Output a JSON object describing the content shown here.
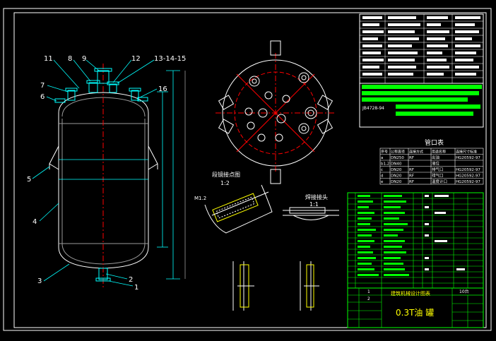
{
  "colors": {
    "background": "#000000",
    "frame": "#ffffff",
    "vessel": "#ffffff",
    "nozzle": "#00ffff",
    "leader": "#00ffff",
    "center": "#ff0000",
    "table": "#00ff00",
    "label": "#ffffff",
    "title": "#ffff00",
    "block": "#ffffff"
  },
  "balloons": [
    "11",
    "8",
    "9",
    "12",
    "13-14-15",
    "7",
    "6",
    "16",
    "5",
    "4",
    "3",
    "2",
    "1"
  ],
  "views": {
    "detail_a": {
      "title": "段镜接点图",
      "scale": "1:2",
      "ref": "M1.2"
    },
    "detail_b": {
      "title": "焊接接头",
      "scale": "1:1"
    }
  },
  "tech": {
    "std_code": "JB4728-94"
  },
  "nozzle_table": {
    "title": "管口表",
    "headers": [
      "序号",
      "公称直径",
      "连接方式",
      "用途名称",
      "连接尺寸标准"
    ],
    "rows": [
      [
        "a",
        "DN250",
        "RF",
        "出油",
        "HG20592-97"
      ],
      [
        "b1,2",
        "DN40",
        "",
        "液位",
        ""
      ],
      [
        "c",
        "DN20",
        "RF",
        "排气口",
        "HG20592-97"
      ],
      [
        "d",
        "DN20",
        "RF",
        "排气口",
        "HG20592-97"
      ],
      [
        "e",
        "DN20",
        "RF",
        "温度计口",
        "HG20592-97"
      ]
    ]
  },
  "parts_list": {
    "row_numbers": [
      "1",
      "2"
    ],
    "qty": "10台"
  },
  "title_block": {
    "company": "建筑机械设计图表",
    "drawing_title": "0.3T油 罐"
  }
}
